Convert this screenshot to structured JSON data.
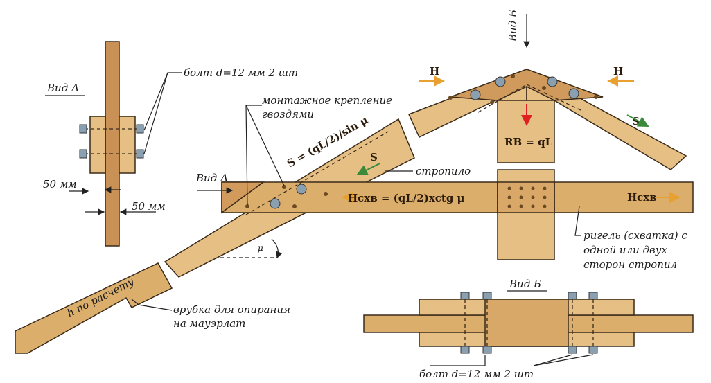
{
  "view_a": {
    "title": "Вид А",
    "bolt_label": "болт d=12 мм 2 шт",
    "dim1": "50 мм",
    "dim2": "50 мм"
  },
  "main": {
    "nails_label_1": "монтажное крепление",
    "nails_label_2": "гвоздями",
    "rafter_force": "S = (qL/2)/sin μ",
    "s_arrow": "S",
    "rafter_label": "стропило",
    "view_a_arrow": "Вид А",
    "beam_force": "Hсхв = (qL/2)xctg μ",
    "beam_h": "Hсхв",
    "angle": "μ",
    "height": "h по расчету",
    "notch_1": "врубка для опирания",
    "notch_2": "на мауэрлат",
    "beam_label_1": "ригель (схватка) с",
    "beam_label_2": "одной или двух",
    "beam_label_3": "сторон стропил"
  },
  "ridge": {
    "view_b_arrow": "Вид Б",
    "h_left": "H",
    "h_right": "H",
    "reaction": "RB = qL",
    "s_right": "S"
  },
  "view_b": {
    "title": "Вид Б",
    "bolt_label": "болт d=12 мм 2 шт"
  },
  "colors": {
    "wood": "#dcae6c",
    "force_arrow": "#e8a030",
    "red_arrow": "#e02020",
    "green_arrow": "#3a8a3a"
  }
}
